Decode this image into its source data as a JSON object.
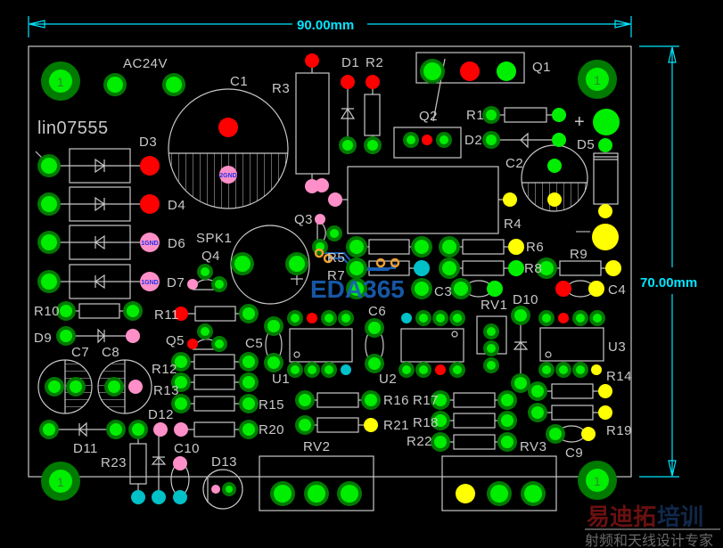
{
  "colors": {
    "background": "#000000",
    "outline": "#c8c8c8",
    "dimension": "#00e5ff",
    "pad_green": "#00ee00",
    "pad_ring": "#007a00",
    "pad_red": "#ff0000",
    "pad_pink": "#ff8fc8",
    "pad_yellow": "#ffff00",
    "pad_cyan": "#00c0c8",
    "via_orange": "#f0a030",
    "trace_blue": "#1a5fb4"
  },
  "dimensions": {
    "width_label": "90.00mm",
    "height_label": "70.00mm"
  },
  "board": {
    "title": "lin07555",
    "power_label": "AC24V",
    "mounting_hole_label": "1",
    "pad_net_label_gnd2": "2GND",
    "pad_net_label_gnd1": "1GND"
  },
  "designators": {
    "C1": "C1",
    "C2": "C2",
    "C3": "C3",
    "C4": "C4",
    "C5": "C5",
    "C6": "C6",
    "C7": "C7",
    "C8": "C8",
    "C9": "C9",
    "C10": "C10",
    "D1": "D1",
    "D2": "D2",
    "D3": "D3",
    "D4": "D4",
    "D5": "D5",
    "D6": "D6",
    "D7": "D7",
    "D9": "D9",
    "D10": "D10",
    "D11": "D11",
    "D12": "D12",
    "D13": "D13",
    "Q1": "Q1",
    "Q2": "Q2",
    "Q3": "Q3",
    "Q4": "Q4",
    "Q5": "Q5",
    "R1": "R1",
    "R2": "R2",
    "R3": "R3",
    "R4": "R4",
    "R5": "R5",
    "R6": "R6",
    "R7": "R7",
    "R8": "R8",
    "R9": "R9",
    "R10": "R10",
    "R11": "R11",
    "R12": "R12",
    "R13": "R13",
    "R14": "R14",
    "R15": "R15",
    "R16": "R16",
    "R17": "R17",
    "R18": "R18",
    "R19": "R19",
    "R20": "R20",
    "R21": "R21",
    "R22": "R22",
    "R23": "R23",
    "RV1": "RV1",
    "RV2": "RV2",
    "RV3": "RV3",
    "U1": "U1",
    "U2": "U2",
    "U3": "U3",
    "SPK1": "SPK1"
  },
  "polarity": {
    "plus": "+",
    "minus": "—"
  },
  "watermarks": {
    "eda": "EDA365",
    "brand_red": "易迪拓",
    "brand_blue": "培训",
    "tagline": "射频和天线设计专家"
  }
}
